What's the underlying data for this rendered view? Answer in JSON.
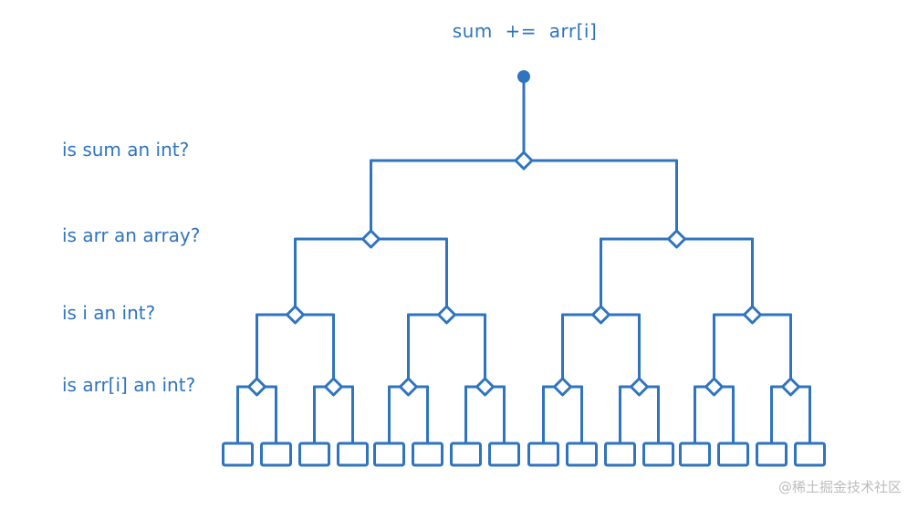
{
  "code_label": "sum  +=  arr[i]",
  "questions": [
    "is sum an int?",
    "is arr an array?",
    "is i an int?",
    "is arr[i] an int?"
  ],
  "watermark": "@稀土掘金技术社区",
  "colors": {
    "line": "#2f74c0",
    "text": "#2f74c0",
    "watermark": "#bdbdbd"
  }
}
